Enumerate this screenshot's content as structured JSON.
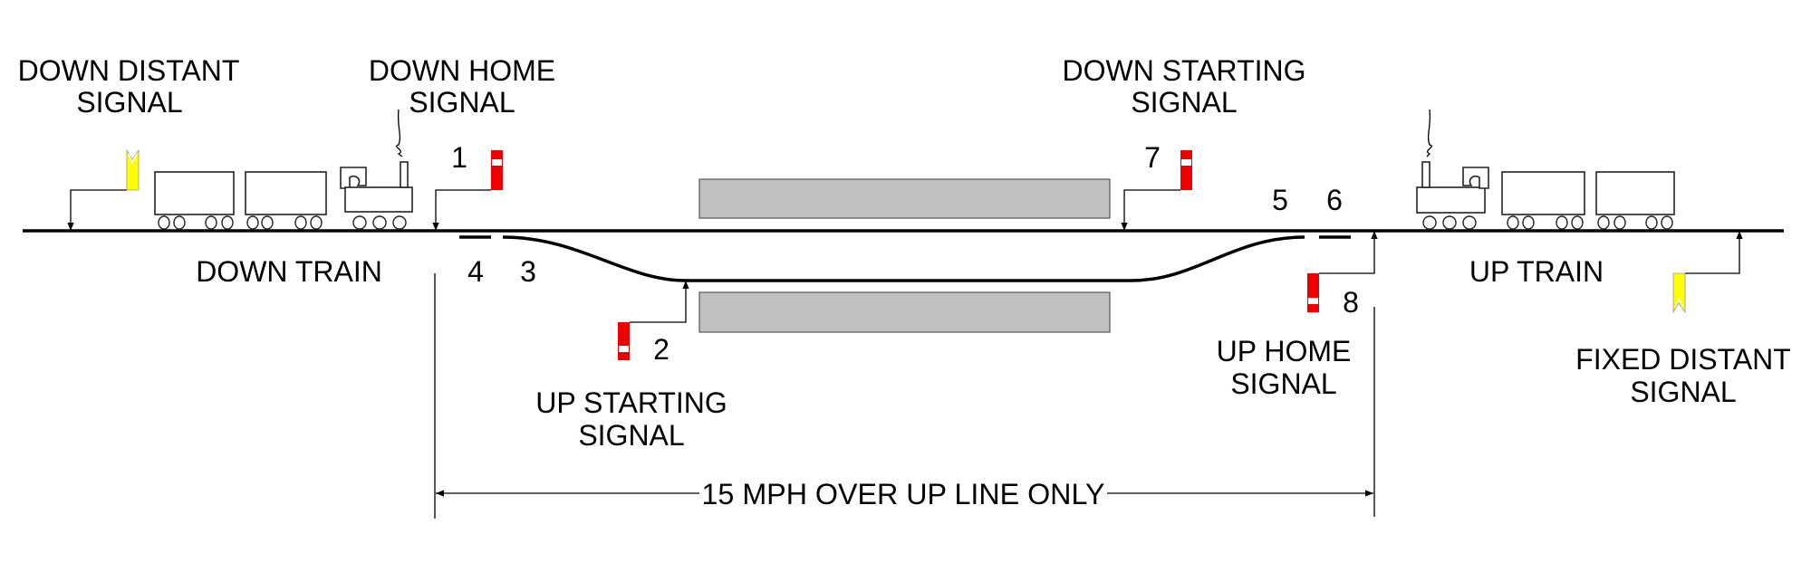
{
  "labels": {
    "down_distant": [
      "DOWN DISTANT",
      "SIGNAL"
    ],
    "down_home": [
      "DOWN HOME",
      "SIGNAL"
    ],
    "down_starting": [
      "DOWN STARTING",
      "SIGNAL"
    ],
    "up_starting": [
      "UP STARTING",
      "SIGNAL"
    ],
    "up_home": [
      "UP HOME",
      "SIGNAL"
    ],
    "fixed_distant": [
      "FIXED DISTANT",
      "SIGNAL"
    ],
    "down_train": "DOWN TRAIN",
    "up_train": "UP TRAIN",
    "speed_limit": "15 MPH OVER UP LINE ONLY"
  },
  "numbers": {
    "n1": "1",
    "n2": "2",
    "n3": "3",
    "n4": "4",
    "n5": "5",
    "n6": "6",
    "n7": "7",
    "n8": "8"
  },
  "colors": {
    "stop_signal": "#ee0000",
    "distant_signal": "#ffff00",
    "platform": "#c0c0c0",
    "track": "#000000"
  }
}
